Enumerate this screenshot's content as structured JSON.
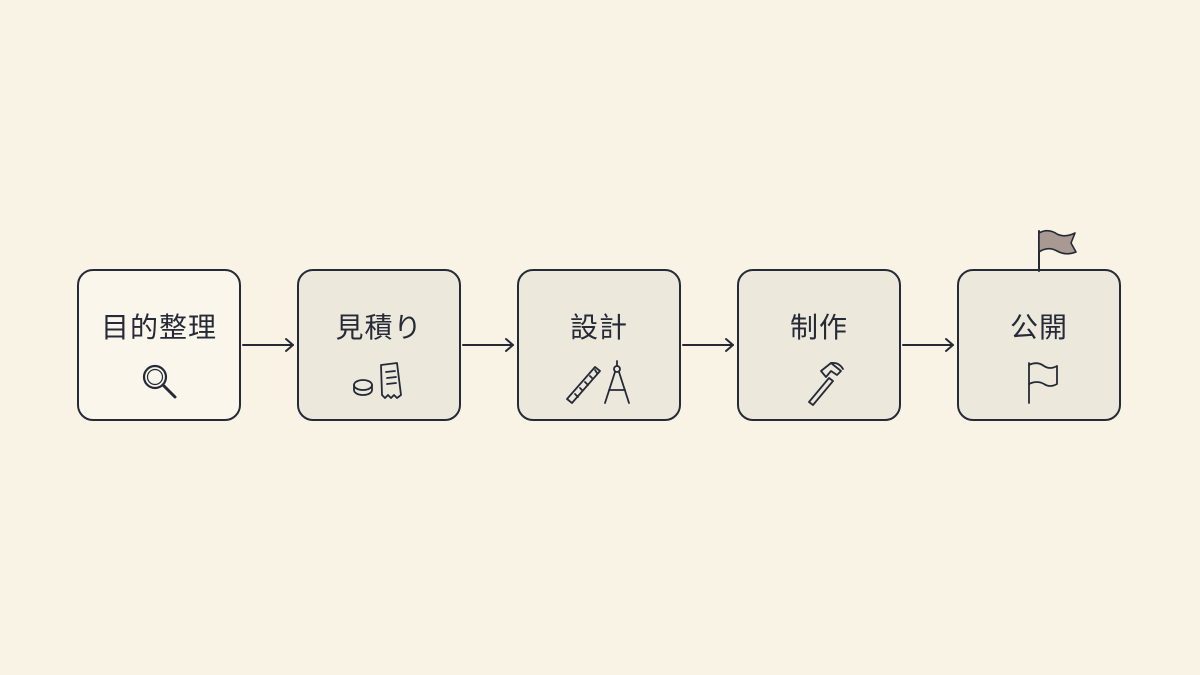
{
  "steps": [
    {
      "label": "目的整理",
      "icon": "magnifier-icon"
    },
    {
      "label": "見積り",
      "icon": "coin-receipt-icon"
    },
    {
      "label": "設計",
      "icon": "ruler-compass-icon"
    },
    {
      "label": "制作",
      "icon": "hammer-icon"
    },
    {
      "label": "公開",
      "icon": "flag-icon"
    }
  ],
  "colors": {
    "background": "#f8f3e4",
    "box_fill": "#ece8dc",
    "outline": "#262a37",
    "flag_fill": "#a89a92"
  }
}
